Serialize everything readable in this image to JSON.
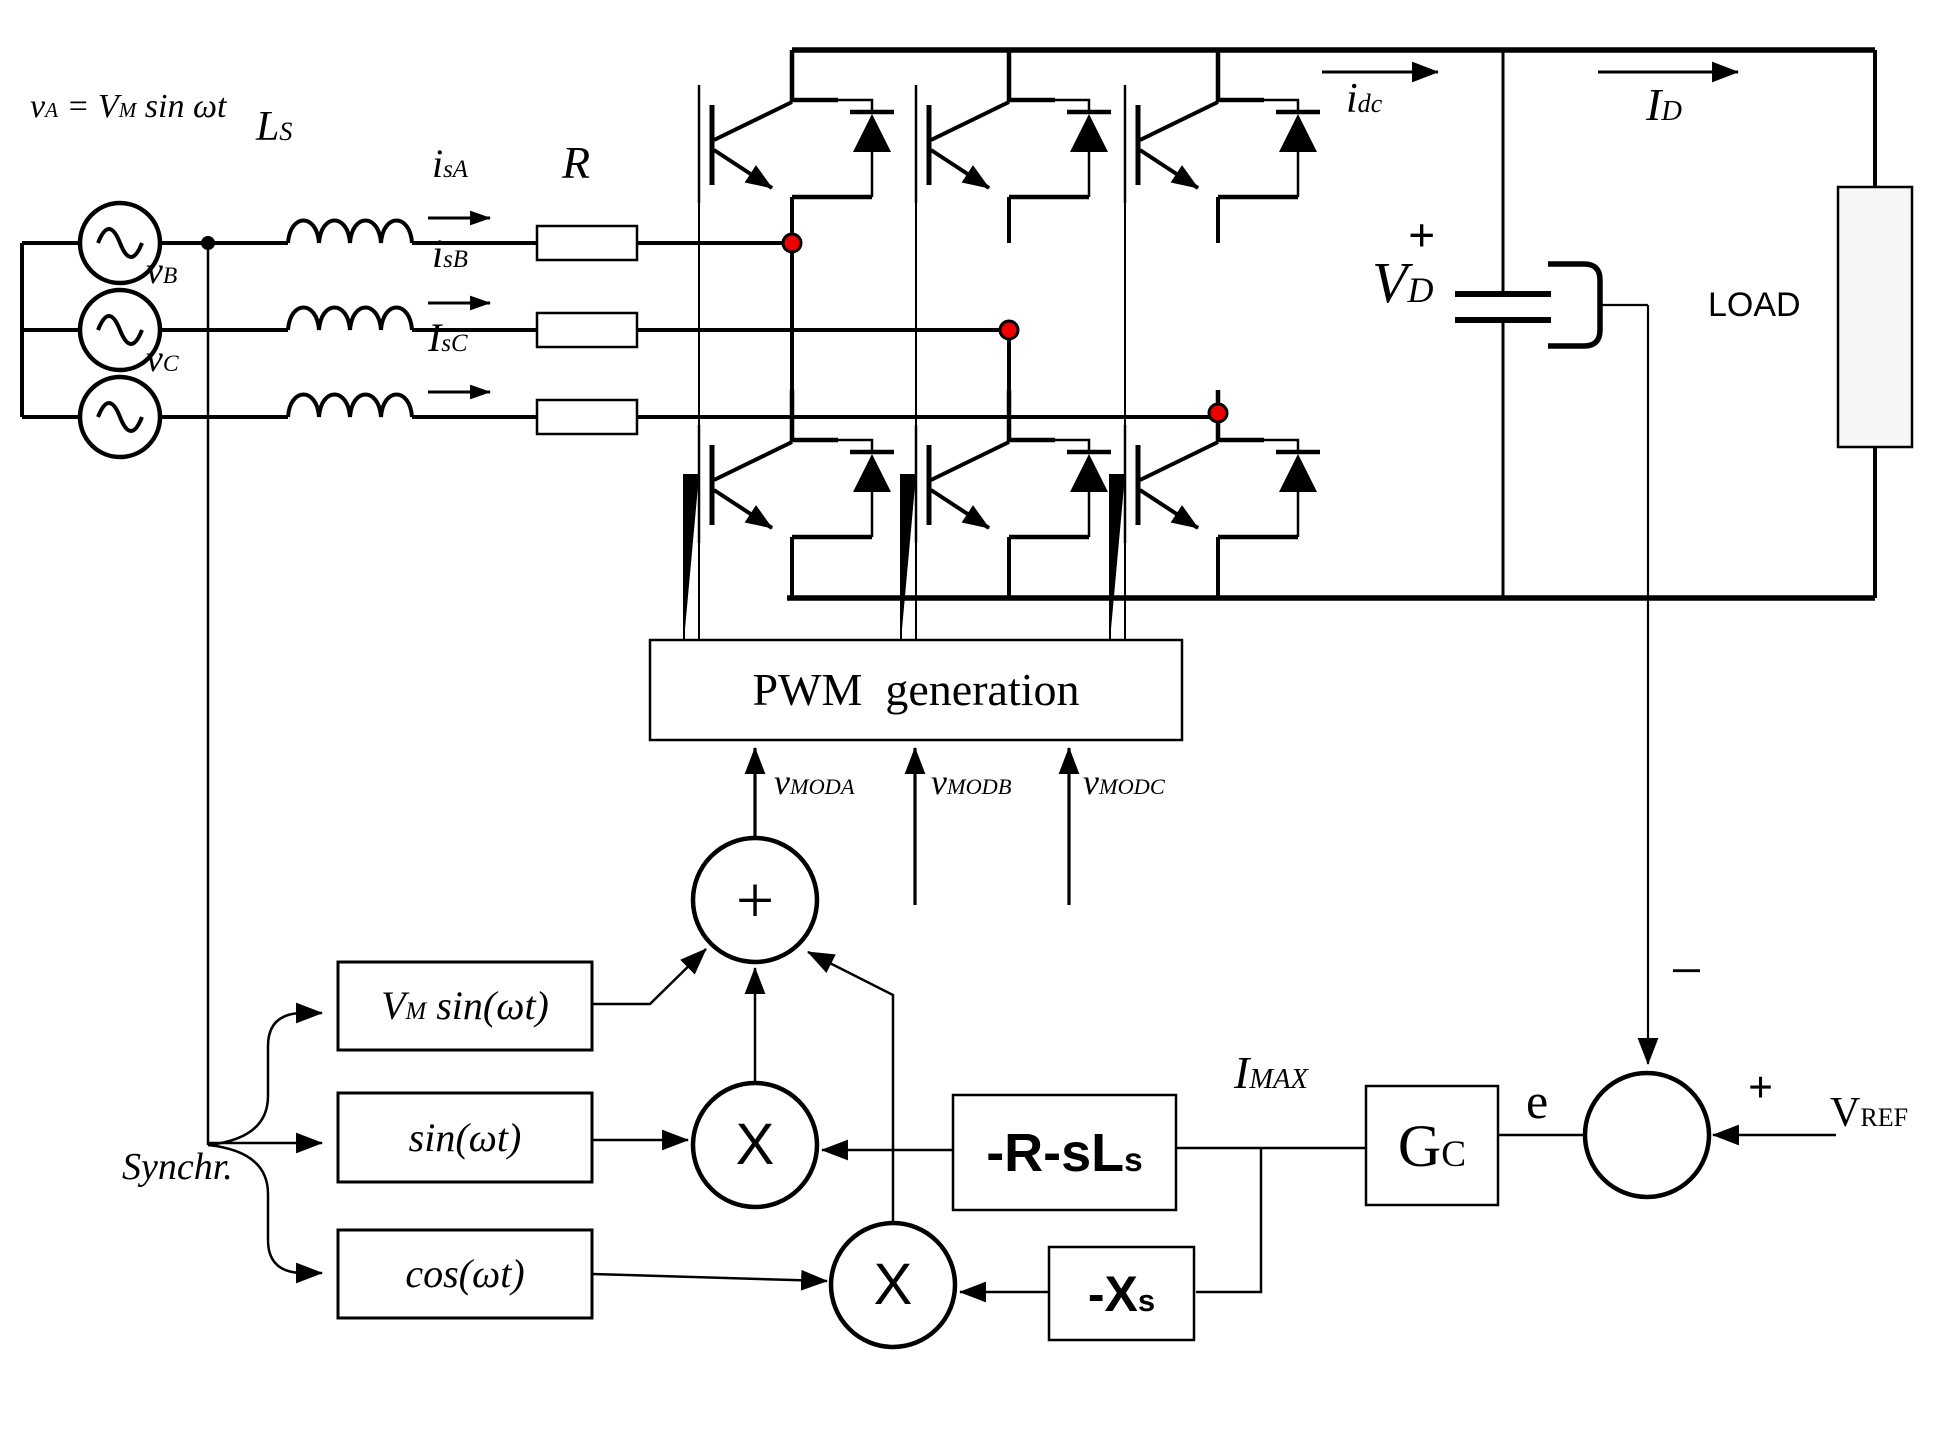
{
  "colors": {
    "wire": "#000000",
    "node_dot": "#ee0000",
    "load_fill": "#f6f6f6"
  },
  "ac_input": {
    "source_equation": {
      "base": "v",
      "sup": "A",
      "mid": " = V",
      "sub": "M",
      "tail": " sin ωt"
    },
    "phase_b_label": {
      "base": "v",
      "sup": "B"
    },
    "phase_c_label": {
      "base": "v",
      "sup": "C"
    },
    "inductor_label": {
      "base": "L",
      "sub": "S"
    },
    "resistor_label": "R",
    "current_a": {
      "base": "i",
      "sub": "s",
      "sup": "A"
    },
    "current_b": {
      "base": "i",
      "sub": "s",
      "sup": "B"
    },
    "current_c": {
      "base": "I",
      "sub": "s",
      "sup": "C"
    }
  },
  "dc_link": {
    "idc_label": {
      "base": "i",
      "sub": "dc"
    },
    "id_label": {
      "base": "I",
      "sub": "D"
    },
    "vd_label": {
      "base": "V",
      "sub": "D"
    },
    "vd_plus": "+",
    "load_label": "LOAD"
  },
  "pwm": {
    "block_label": "PWM  generation",
    "vmod_a": {
      "base": "v",
      "sub": "MOD",
      "sup": "A"
    },
    "vmod_b": {
      "base": "v",
      "sub": "MOD",
      "sup": "B"
    },
    "vmod_c": {
      "base": "v",
      "sub": "MOD",
      "sup": "C"
    }
  },
  "control": {
    "summer_plus": "+",
    "multiplier_1": "X",
    "multiplier_2": "X",
    "vm_sin_block": {
      "base": "V",
      "sub": "M",
      "tail": " sin(ωt)"
    },
    "sin_block": "sin(ωt)",
    "cos_block": "cos(ωt)",
    "synchr_label": "Synchr.",
    "r_sls_block": {
      "base": "-R-sL",
      "sub": "s"
    },
    "imax_label": {
      "base": "I",
      "sub": "MAX"
    },
    "gc_block": {
      "base": "G",
      "sub": "C"
    },
    "error_label": "e",
    "xs_block": {
      "base": "-X",
      "sub": "s"
    },
    "feedback_minus": "−",
    "ref_plus": "+",
    "vref_label": {
      "base": "V",
      "sub": "REF"
    }
  }
}
